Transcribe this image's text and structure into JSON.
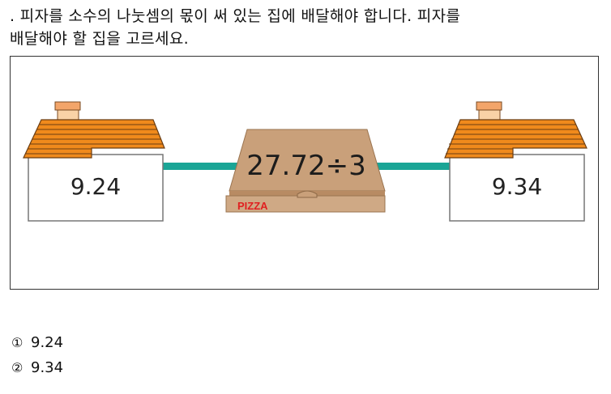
{
  "question": {
    "line1": ". 피자를 소수의 나눗셈의 몫이 써 있는 집에 배달해야 합니다. 피자를",
    "line2": "배달해야 할 집을 고르세요."
  },
  "figure": {
    "left_house_value": "9.24",
    "right_house_value": "9.34",
    "pizza_box_expression": "27.72÷3",
    "pizza_box_label": "PIZZA",
    "colors": {
      "roof": "#f08a1c",
      "road": "#1aa596",
      "box": "#c9a07a"
    }
  },
  "choices": [
    {
      "mark": "①",
      "text": "9.24"
    },
    {
      "mark": "②",
      "text": "9.34"
    }
  ]
}
